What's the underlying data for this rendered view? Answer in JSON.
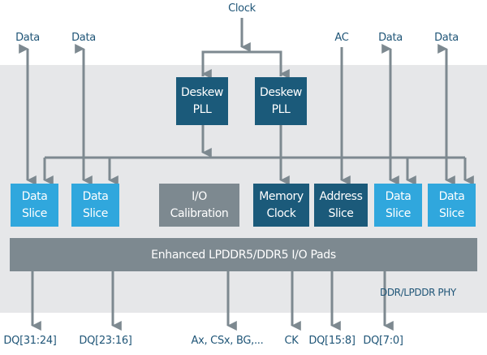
{
  "title": "DDR/LPDDR PHY block diagram",
  "colors": {
    "label_text": "#1f5577",
    "dark_block": "#1b5a7a",
    "light_block": "#30a7dd",
    "gray_block": "#7d8990",
    "wire": "#7d8990",
    "region_bg": "#e6e7e9"
  },
  "inputs": {
    "clock": "Clock",
    "data_1": "Data",
    "data_2": "Data",
    "ac": "AC",
    "data_3": "Data",
    "data_4": "Data"
  },
  "plls": [
    {
      "line1": "Deskew",
      "line2": "PLL"
    },
    {
      "line1": "Deskew",
      "line2": "PLL"
    }
  ],
  "blocks": [
    {
      "line1": "Data",
      "line2": "Slice"
    },
    {
      "line1": "Data",
      "line2": "Slice"
    },
    {
      "line1": "I/O",
      "line2": "Calibration"
    },
    {
      "line1": "Memory",
      "line2": "Clock"
    },
    {
      "line1": "Address",
      "line2": "Slice"
    },
    {
      "line1": "Data",
      "line2": "Slice"
    },
    {
      "line1": "Data",
      "line2": "Slice"
    }
  ],
  "pads_label": "Enhanced LPDDR5/DDR5 I/O Pads",
  "phy_label": "DDR/LPDDR PHY",
  "outputs": {
    "dq_31_24": "DQ[31:24]",
    "dq_23_16": "DQ[23:16]",
    "addr_cmd": "Ax, CSx, BG,...",
    "ck": "CK",
    "dq_15_8": "DQ[15:8]",
    "dq_7_0": "DQ[7:0]"
  }
}
